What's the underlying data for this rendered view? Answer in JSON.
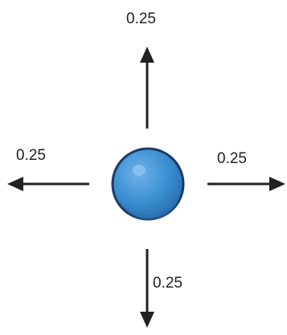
{
  "diagram": {
    "probabilities": {
      "up": "0.25",
      "left": "0.25",
      "right": "0.25",
      "down": "0.25"
    },
    "colors": {
      "arrow": "#222222",
      "particle_fill": "#3a8fd0",
      "particle_outline": "#1b3a66",
      "particle_shade": "#2b6fb0",
      "particle_highlight": "#8cc3ee"
    },
    "icons": {
      "particle": "sphere-icon",
      "arrows": "arrow-icon"
    }
  }
}
